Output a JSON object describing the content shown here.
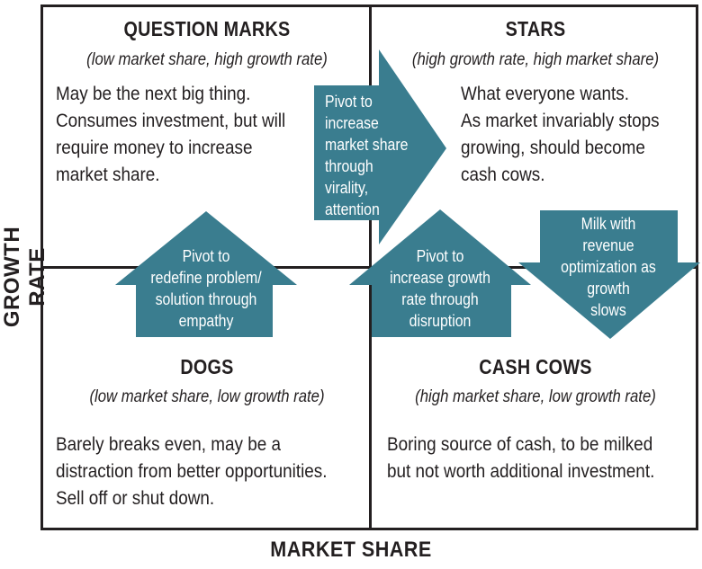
{
  "axes": {
    "y_label": "GROWTH RATE",
    "x_label": "MARKET SHARE"
  },
  "quadrants": {
    "question_marks": {
      "title": "QUESTION MARKS",
      "subtitle": "(low market share, high growth rate)",
      "body": [
        "May be the next big thing.",
        "Consumes investment, but will",
        "require money to increase",
        "market share."
      ]
    },
    "stars": {
      "title": "STARS",
      "subtitle": "(high growth rate, high market share)",
      "body": [
        "What everyone wants.",
        "As market invariably stops",
        "growing, should become",
        "cash cows."
      ]
    },
    "dogs": {
      "title": "DOGS",
      "subtitle": "(low market share, low growth rate)",
      "body": [
        "Barely breaks even, may be a",
        "distraction from better opportunities.",
        "Sell off or shut down."
      ]
    },
    "cash_cows": {
      "title": "CASH COWS",
      "subtitle": "(high market share, low growth rate)",
      "body": [
        "Boring source of cash, to be milked",
        "but not worth additional investment."
      ]
    }
  },
  "arrows": {
    "right": [
      "Pivot to",
      "increase",
      "market share",
      "through",
      "virality,",
      "attention"
    ],
    "up_left": [
      "Pivot to",
      "redefine problem/",
      "solution through",
      "empathy"
    ],
    "up_center": [
      "Pivot to",
      "increase growth",
      "rate through",
      "disruption"
    ],
    "down": [
      "Milk with",
      "revenue",
      "optimization as",
      "growth",
      "slows"
    ]
  },
  "colors": {
    "arrow_fill": "#3a7d8f",
    "line": "#231f20"
  }
}
